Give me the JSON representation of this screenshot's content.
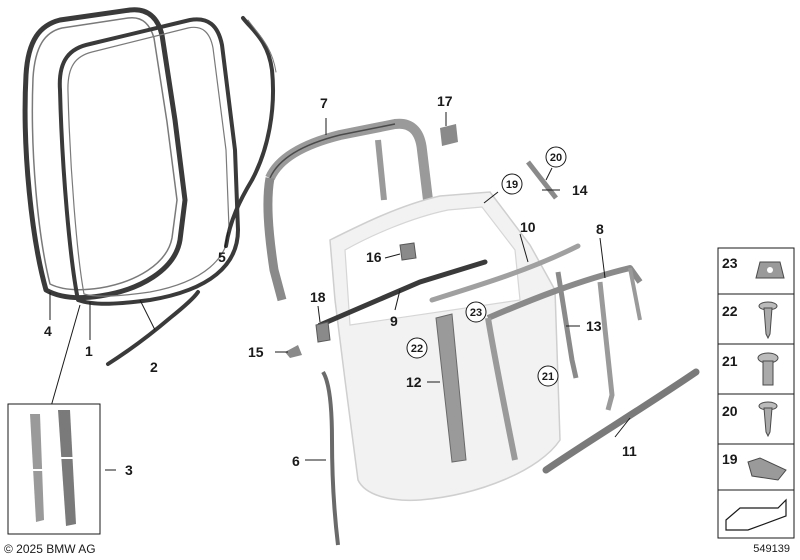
{
  "callouts": {
    "c1": "1",
    "c2": "2",
    "c3": "3",
    "c4": "4",
    "c5": "5",
    "c6": "6",
    "c7": "7",
    "c8": "8",
    "c9": "9",
    "c10": "10",
    "c11": "11",
    "c12": "12",
    "c13": "13",
    "c14": "14",
    "c15": "15",
    "c16": "16",
    "c17": "17",
    "c18": "18",
    "c19": "19",
    "c20": "20",
    "c21": "21",
    "c22": "22",
    "c23": "23"
  },
  "legend": [
    {
      "label": "23",
      "icon": "clip-nut-icon"
    },
    {
      "label": "22",
      "icon": "sheet-metal-screw-icon"
    },
    {
      "label": "21",
      "icon": "torx-screw-icon"
    },
    {
      "label": "20",
      "icon": "torx-screw-short-icon"
    },
    {
      "label": "19",
      "icon": "bracket-clip-icon"
    }
  ],
  "footer": {
    "copyright": "© 2025 BMW AG",
    "diagram_id": "549139"
  },
  "colors": {
    "seal_dark": "#3a3a3a",
    "part_grey": "#9a9a9a",
    "door_fill": "#f2f2f2"
  }
}
